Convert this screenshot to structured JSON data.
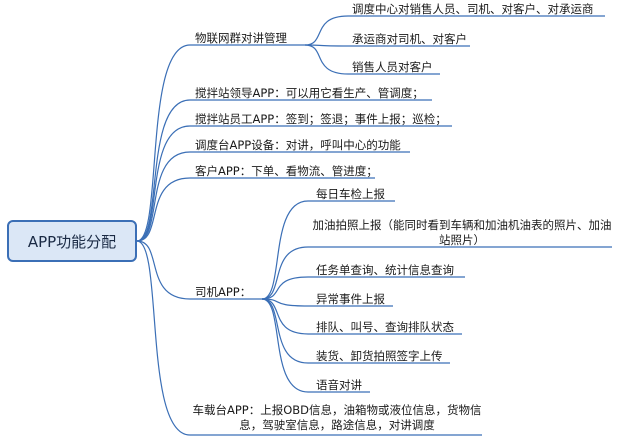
{
  "root": "APP功能分配",
  "branches": [
    {
      "label": "物联网群对讲管理",
      "children": [
        "调度中心对销售人员、司机、对客户、对承运商",
        "承运商对司机、对客户",
        "销售人员对客户"
      ]
    },
    {
      "label": "搅拌站领导APP：可以用它看生产、管调度；"
    },
    {
      "label": "搅拌站员工APP：签到；签退；事件上报；巡检；"
    },
    {
      "label": "调度台APP设备：对讲，呼叫中心的功能"
    },
    {
      "label": "客户APP：下单、看物流、管进度；"
    },
    {
      "label": "司机APP：",
      "children": [
        "每日车检上报",
        "加油拍照上报（能同时看到车辆和加油机油表的照片、加油站照片）",
        "任务单查询、统计信息查询",
        "异常事件上报",
        "排队、叫号、查询排队状态",
        "装货、卸货拍照签字上传",
        "语音对讲"
      ]
    },
    {
      "label": "车载台APP：上报OBD信息，油箱物或液位信息，货物信息，驾驶室信息，路途信息，对讲调度"
    }
  ],
  "colors": {
    "line": "#3b6fb6",
    "root_fill": "#dbe7f6",
    "root_border": "#3b6fb6"
  }
}
